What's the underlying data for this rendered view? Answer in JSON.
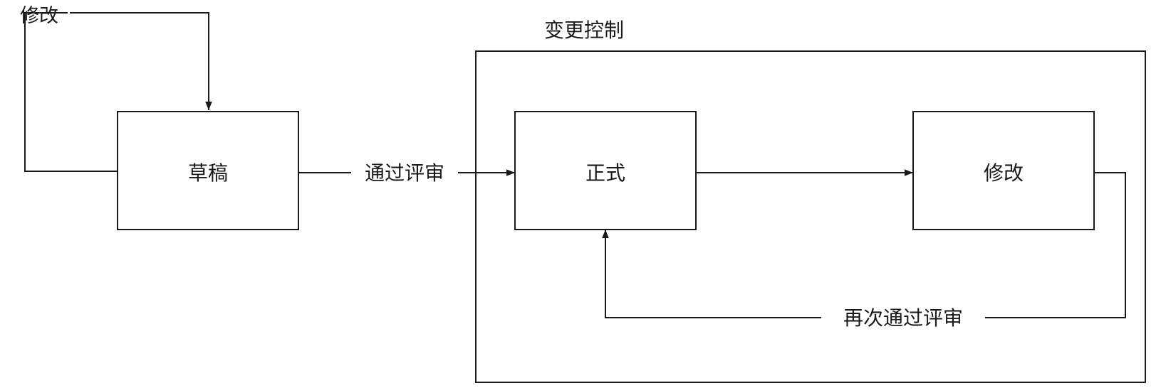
{
  "diagram": {
    "top_left_label": "修改",
    "container_title": "变更控制",
    "nodes": {
      "draft": "草稿",
      "formal": "正式",
      "revise": "修改"
    },
    "edges": {
      "draft_to_formal": "通过评审",
      "revise_to_formal": "再次通过评审"
    }
  }
}
